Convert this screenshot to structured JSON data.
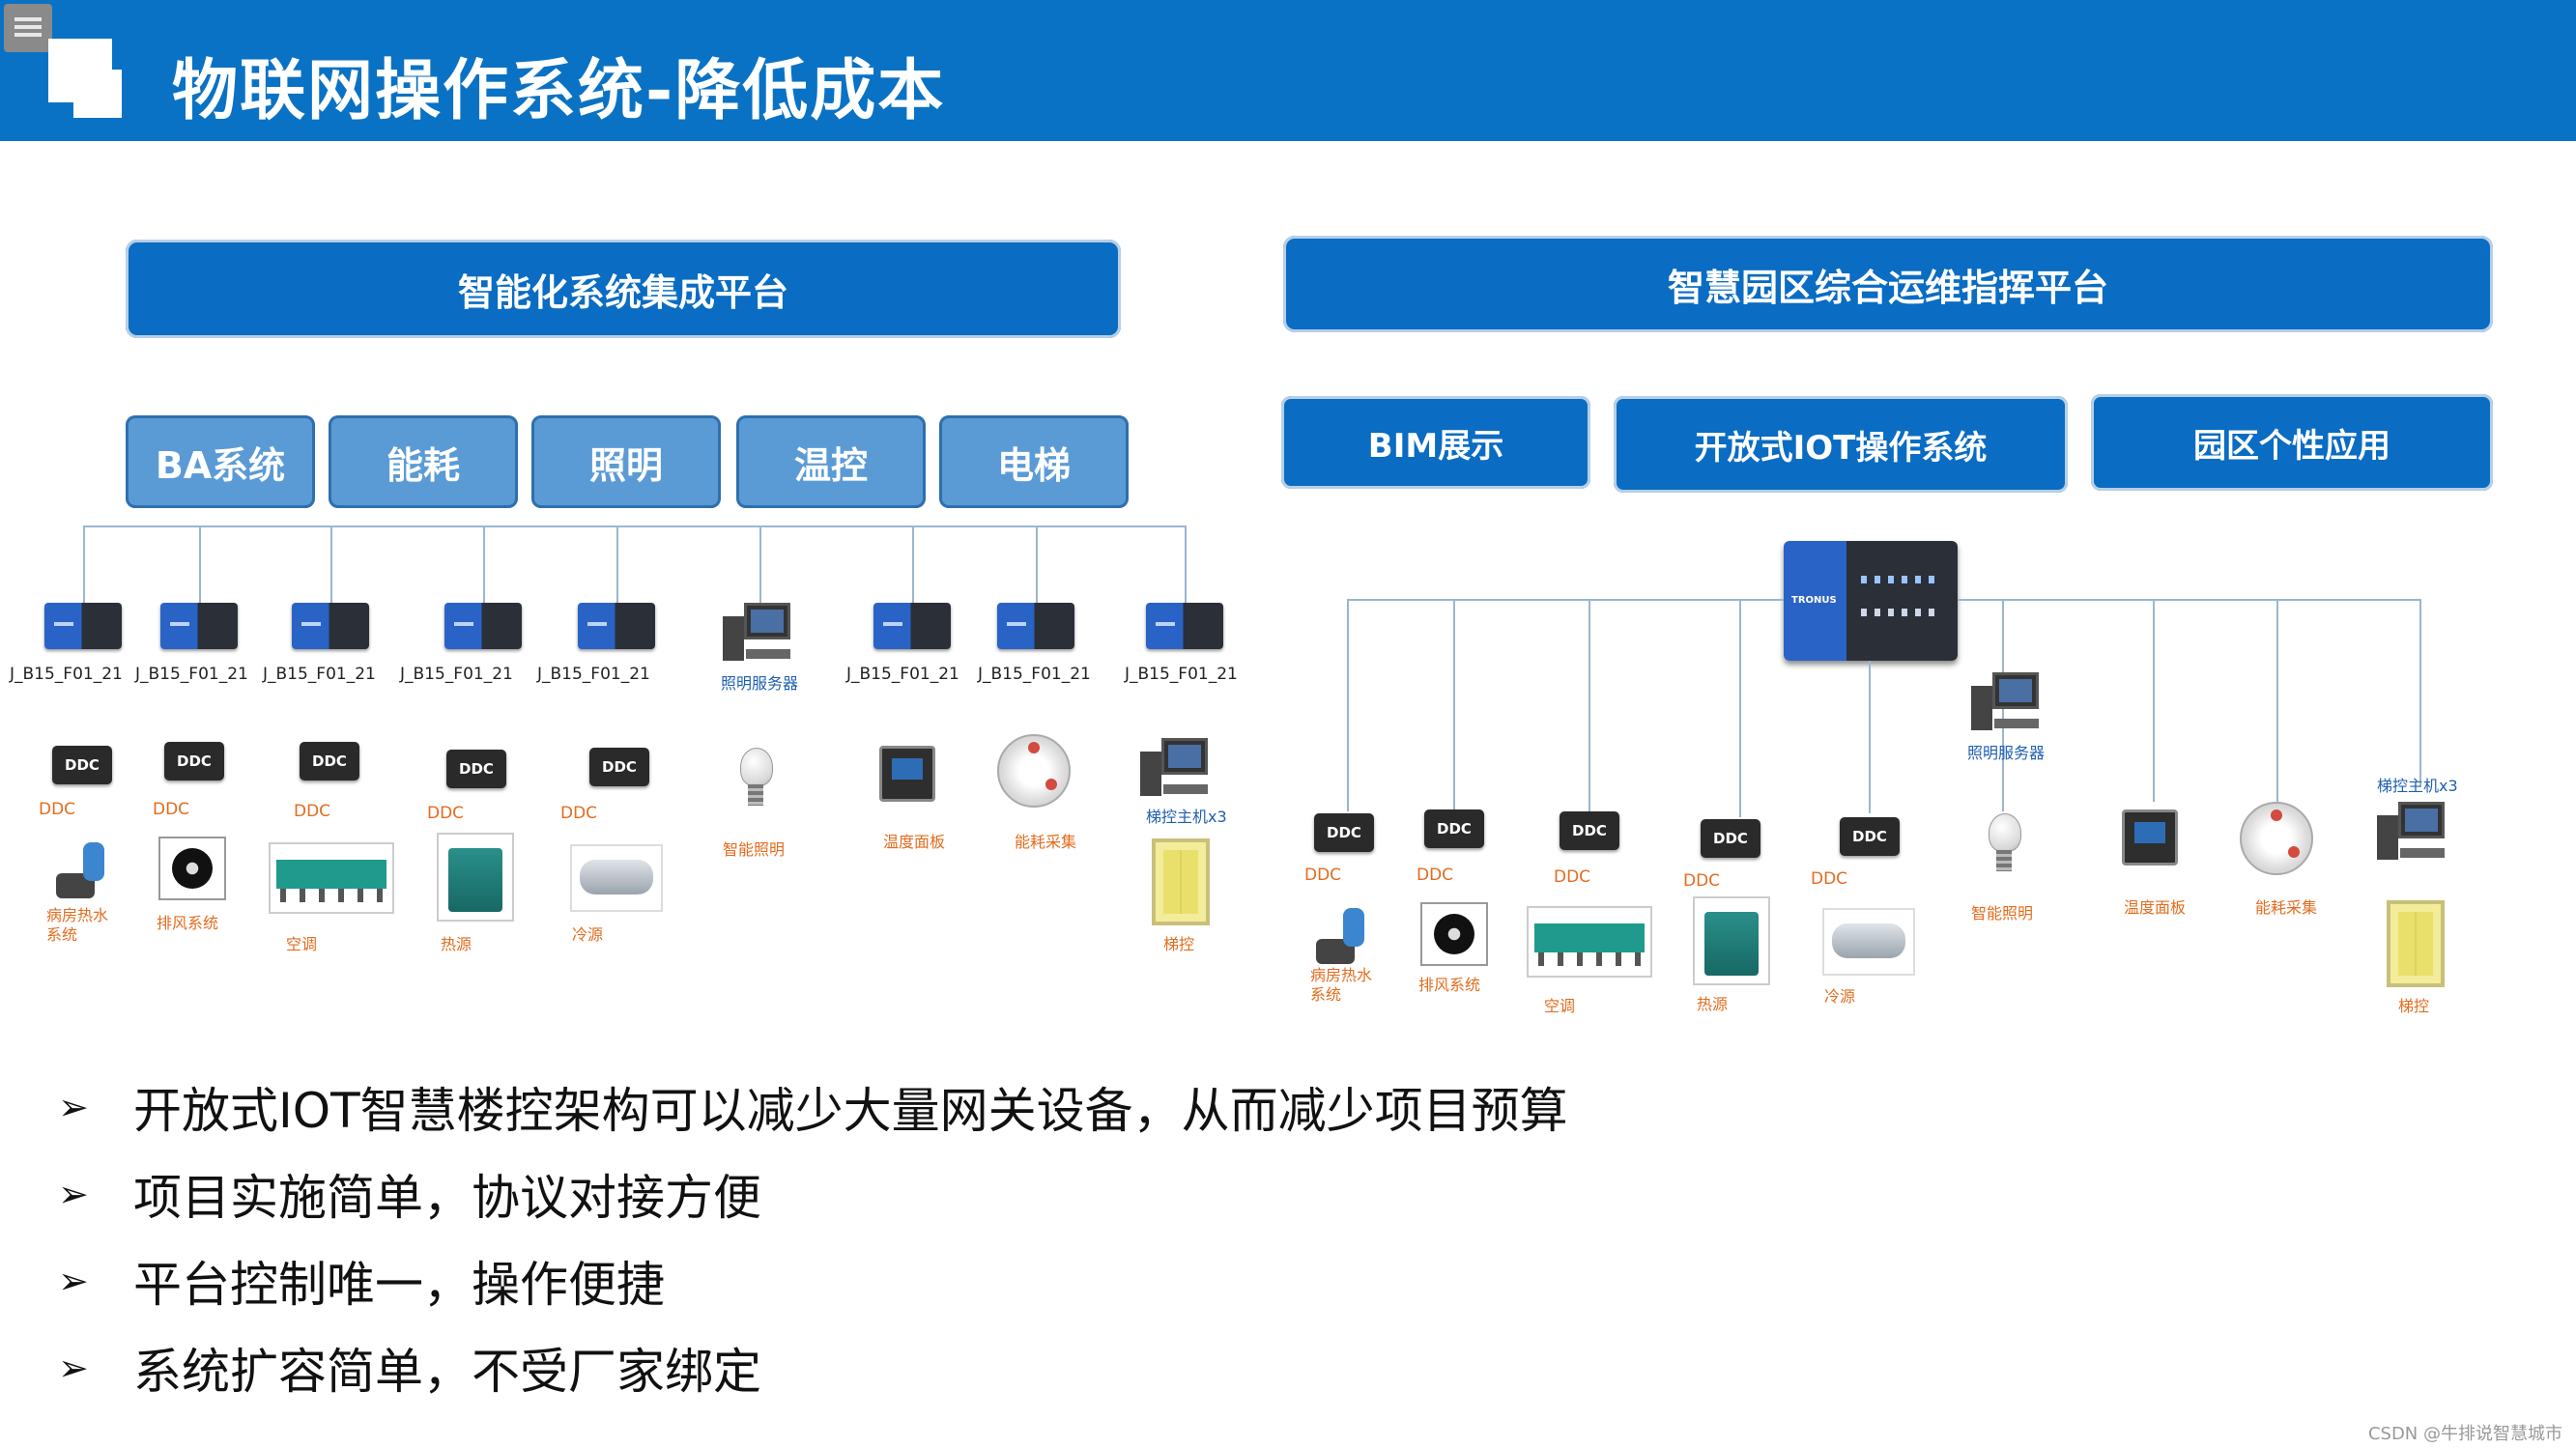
{
  "header": {
    "title": "物联网操作系统-降低成本"
  },
  "left": {
    "platform": "智能化系统集成平台",
    "subsystems": [
      "BA系统",
      "能耗",
      "照明",
      "温控",
      "电梯"
    ],
    "gateway_label": "J_B15_F01_21",
    "ddc_chip": "DDC",
    "ddc_label": "DDC",
    "equipment": [
      "病房热水系统",
      "排风系统",
      "空调",
      "热源",
      "冷源"
    ],
    "lighting_server": "照明服务器",
    "smart_lighting": "智能照明",
    "temp_panel": "温度面板",
    "energy_collect": "能耗采集",
    "elevator_host": "梯控主机x3",
    "elevator": "梯控"
  },
  "right": {
    "platform": "智慧园区综合运维指挥平台",
    "apps": [
      "BIM展示",
      "开放式IOT操作系统",
      "园区个性应用"
    ],
    "gateway_brand": "TRONUS",
    "ddc_chip": "DDC",
    "ddc_label": "DDC",
    "equipment": [
      "病房热水系统",
      "排风系统",
      "空调",
      "热源",
      "冷源"
    ],
    "lighting_server": "照明服务器",
    "smart_lighting": "智能照明",
    "temp_panel": "温度面板",
    "energy_collect": "能耗采集",
    "elevator_host": "梯控主机x3",
    "elevator": "梯控"
  },
  "bullets": [
    "开放式IOT智慧楼控架构可以减少大量网关设备，从而减少项目预算",
    "项目实施简单，协议对接方便",
    "平台控制唯一，操作便捷",
    "系统扩容简单，不受厂家绑定"
  ],
  "bullet_symbol": "➢",
  "footer": {
    "credit": "CSDN @牛排说智慧城市"
  },
  "colors": {
    "header_blue": "#0a72c4",
    "box_blue": "#0a6cc2",
    "subsystem_blue": "#5b9bd5",
    "ddc_orange": "#e36c1f"
  }
}
